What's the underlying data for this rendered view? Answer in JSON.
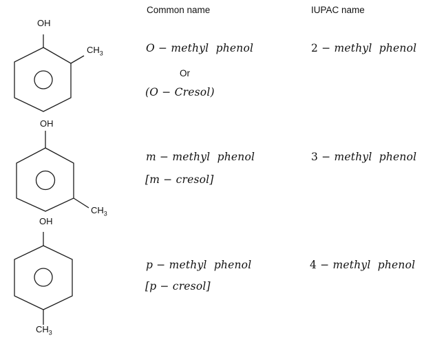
{
  "colors": {
    "ink": "#000000",
    "paper": "#ffffff"
  },
  "headers": {
    "common": "Common name",
    "iupac": "IUPAC name"
  },
  "molecules": {
    "ortho": {
      "hydroxyl": "OH",
      "methyl_main": "CH",
      "methyl_sub": "3"
    },
    "meta": {
      "hydroxyl": "OH",
      "methyl_main": "CH",
      "methyl_sub": "3"
    },
    "para": {
      "hydroxyl": "OH",
      "methyl_main": "CH",
      "methyl_sub": "3"
    }
  },
  "rows": {
    "ortho": {
      "common": "O − methyl  phenol",
      "or": "Or",
      "alias": "(O − Cresol)",
      "iupac_num": "2",
      "iupac_rest": " − methyl  phenol"
    },
    "meta": {
      "common": "m − methyl  phenol",
      "alias": "[m − cresol]",
      "iupac_num": "3",
      "iupac_rest": " − methyl  phenol"
    },
    "para": {
      "common": "p − methyl  phenol",
      "alias": "[p − cresol]",
      "iupac_num": "4",
      "iupac_rest": " − methyl  phenol"
    }
  }
}
